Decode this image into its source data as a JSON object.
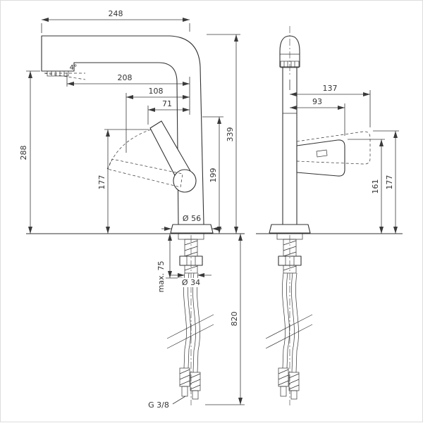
{
  "figure": {
    "type": "faucet technical dimension drawing",
    "views": [
      "side view",
      "front view"
    ],
    "line_color": "#333333",
    "background": "#ffffff"
  },
  "side_view": {
    "dim_248": "248",
    "angle_4": "4°",
    "dim_208": "208",
    "dim_108": "108",
    "dim_71": "71",
    "dim_288": "288",
    "dim_177": "177",
    "dim_339": "339",
    "dim_199": "199",
    "dia_56": "Ø 56",
    "max_75": "max. 75",
    "dia_34": "Ø 34",
    "dim_820": "820",
    "thread": "G 3/8"
  },
  "front_view": {
    "dim_137": "137",
    "dim_93": "93",
    "dim_161": "161",
    "dim_177": "177"
  }
}
